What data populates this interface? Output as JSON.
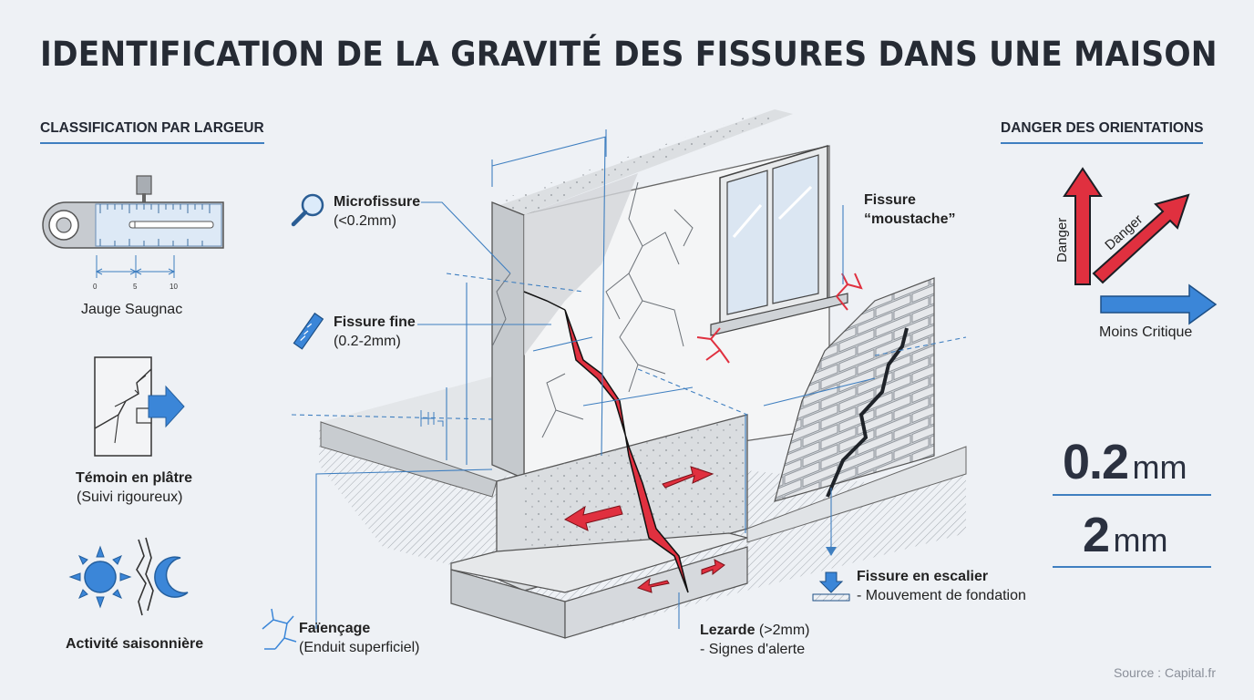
{
  "title": "IDENTIFICATION DE LA GRAVITÉ DES FISSURES DANS UNE MAISON",
  "left_section": {
    "heading": "CLASSIFICATION PAR LARGEUR",
    "gauge": {
      "label": "Jauge Saugnac",
      "ticks": [
        "0",
        "5",
        "10"
      ]
    },
    "plaster": {
      "label": "Témoin en plâtre",
      "sublabel": "(Suivi rigoureux)"
    },
    "seasonal": {
      "label": "Activité saisonnière"
    }
  },
  "callouts": {
    "microfissure": {
      "label": "Microfissure",
      "sub": "(<0.2mm)"
    },
    "fine": {
      "label": "Fissure fine",
      "sub": "(0.2-2mm)"
    },
    "faiencage": {
      "label": "Faïençage",
      "sub": "(Enduit superficiel)"
    },
    "lezarde": {
      "label": "Lezarde",
      "detail": " (>2mm)",
      "sub": "- Signes d'alerte"
    },
    "moustache": {
      "label": "Fissure",
      "sub": "“moustache”"
    },
    "escalier": {
      "label": "Fissure en escalier",
      "sub": "- Mouvement de fondation"
    }
  },
  "right_section": {
    "heading": "DANGER DES ORIENTATIONS",
    "vertical_label": "Danger",
    "diagonal_label": "Danger",
    "horizontal_label": "Moins Critique",
    "threshold_1": {
      "value": "0.2",
      "unit": "mm"
    },
    "threshold_2": {
      "value": "2",
      "unit": "mm"
    }
  },
  "colors": {
    "accent_blue": "#3f7fc0",
    "danger_red": "#e0303f",
    "icon_blue": "#3b86d8",
    "concrete": "#d9dcdf"
  },
  "source": "Source : Capital.fr"
}
